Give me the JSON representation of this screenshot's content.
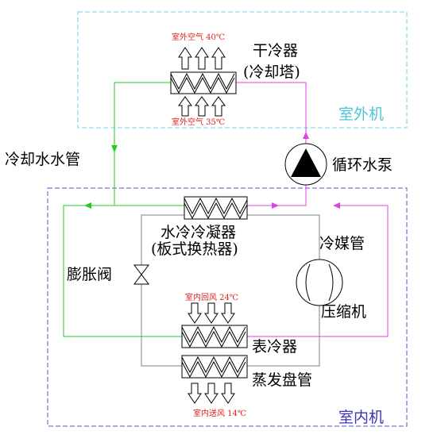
{
  "outdoor_unit": {
    "label": "室外机",
    "dry_cooler_line1": "干冷器",
    "dry_cooler_line2": "(冷却塔)",
    "air_out": "室外空气 40℃",
    "air_in": "室外空气 35℃"
  },
  "indoor_unit": {
    "label": "室内机",
    "condenser_line1": "水冷冷凝器",
    "condenser_line2": "(板式换热器)",
    "return_air": "室内回风 24℃",
    "surface_cooler": "表冷器",
    "evaporator": "蒸发盘管",
    "supply_air": "室内送风 14℃"
  },
  "components": {
    "cooling_water_pipe": "冷却水水管",
    "circulation_pump": "循环水泵",
    "expansion_valve": "膨胀阀",
    "refrigerant_pipe": "冷媒管",
    "compressor": "压缩机"
  },
  "colors": {
    "outdoor_border": "#6fd6e6",
    "indoor_border": "#5a55c8",
    "outdoor_label": "#4cc4dc",
    "indoor_label": "#3a35b0",
    "green_pipe": "#22cc22",
    "magenta_pipe": "#dd44dd",
    "refrigerant_pipe": "#808080",
    "temp_text": "#e02020"
  }
}
